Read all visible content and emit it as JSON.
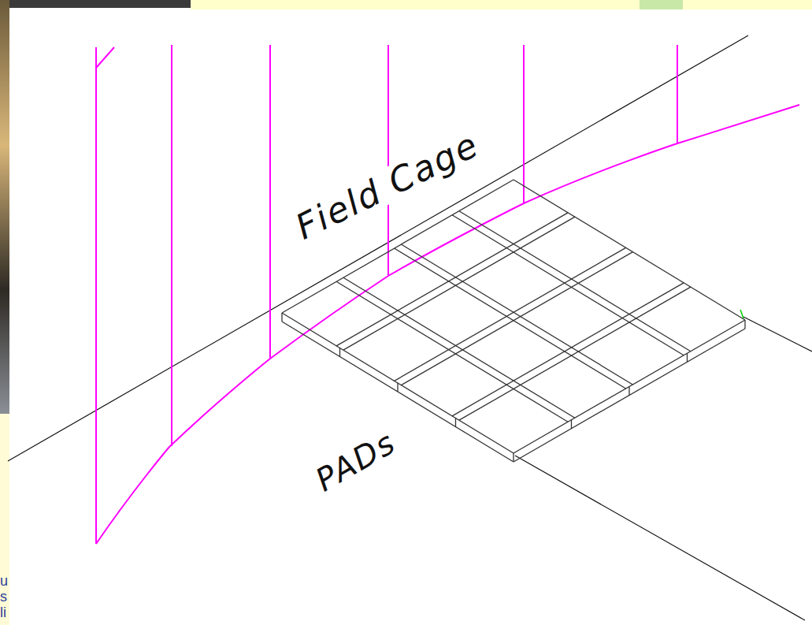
{
  "diagram": {
    "labels": [
      "Field Cage",
      "PADs",
      "u",
      "s",
      "li"
    ]
  }
}
